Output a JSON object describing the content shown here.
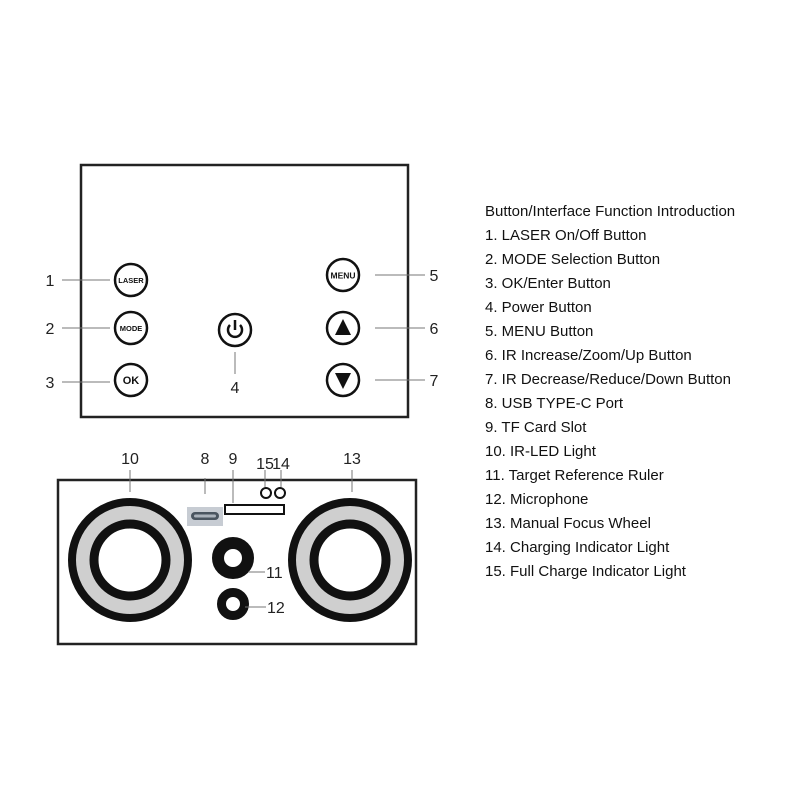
{
  "buttons": {
    "laser": "LASER",
    "mode": "MODE",
    "ok": "OK",
    "menu": "MENU"
  },
  "callouts": {
    "n1": "1",
    "n2": "2",
    "n3": "3",
    "n4": "4",
    "n5": "5",
    "n6": "6",
    "n7": "7",
    "n8": "8",
    "n9": "9",
    "n10": "10",
    "n11": "11",
    "n12": "12",
    "n13": "13",
    "n14": "14",
    "n15": "15"
  },
  "legend": {
    "title": "Button/Interface Function Introduction",
    "items": [
      "1. LASER On/Off Button",
      "2. MODE Selection Button",
      "3. OK/Enter Button",
      "4. Power Button",
      "5. MENU Button",
      "6. IR Increase/Zoom/Up Button",
      "7. IR Decrease/Reduce/Down Button",
      "8. USB TYPE-C Port",
      "9. TF Card Slot",
      "10. IR-LED Light",
      "11. Target Reference Ruler",
      "12. Microphone",
      "13. Manual Focus Wheel",
      "14. Charging Indicator Light",
      "15. Full Charge Indicator Light"
    ]
  },
  "colors": {
    "ring_gray": "#cfcfcf",
    "usb": "#c7ccd3",
    "usb_inner": "#4a5560"
  }
}
